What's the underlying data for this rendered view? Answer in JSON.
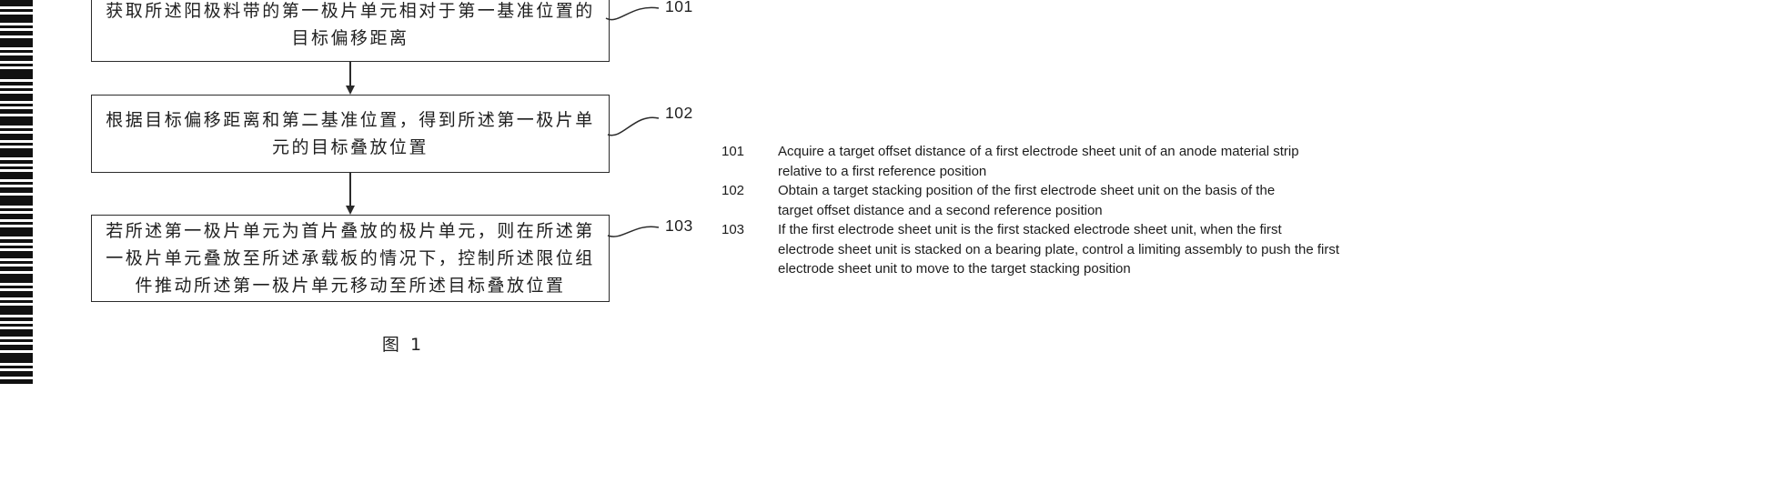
{
  "page": {
    "background": "#ffffff",
    "ink": "#1f1f1f"
  },
  "flowchart": {
    "caption": "图 1",
    "steps": [
      {
        "ref": "101",
        "text": "获取所述阳极料带的第一极片单元相对于第一基准位置的\n目标偏移距离"
      },
      {
        "ref": "102",
        "text": "根据目标偏移距离和第二基准位置，得到所述第一极片单\n元的目标叠放位置"
      },
      {
        "ref": "103",
        "text": "若所述第一极片单元为首片叠放的极片单元，则在所述第\n一极片单元叠放至所述承载板的情况下，控制所述限位组\n件推动所述第一极片单元移动至所述目标叠放位置"
      }
    ]
  },
  "translations": [
    {
      "ref": "101",
      "text": "Acquire a target offset distance of a first electrode sheet unit of an anode material strip\nrelative to a first reference position"
    },
    {
      "ref": "102",
      "text": "Obtain a target stacking position of the first electrode sheet unit on the basis of the\ntarget offset distance and a second reference position"
    },
    {
      "ref": "103",
      "text": "If the first electrode sheet unit is the first stacked electrode sheet unit, when the first\nelectrode sheet unit is stacked on a bearing plate, control a limiting assembly to push the first\nelectrode sheet unit to move to the target stacking position"
    }
  ]
}
